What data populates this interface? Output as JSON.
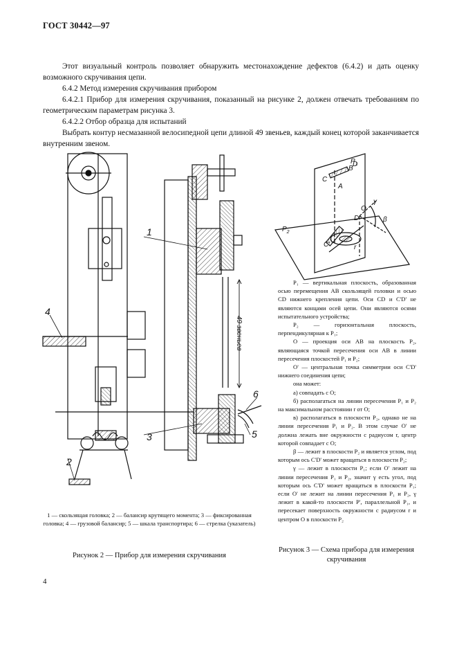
{
  "header": {
    "title": "ГОСТ 30442—97"
  },
  "body": {
    "para1": "Этот визуальный контроль позволяет обнаружить местонахождение дефектов (6.4.2) и дать оценку возможного скручивания цепи.",
    "sec_642": "6.4.2 Метод измерения скручивания прибором",
    "para_6421": "6.4.2.1 Прибор для измерения скручивания, показанный на рисунке 2, должен отвечать требованиям по геометрическим параметрам рисунка 3.",
    "sec_6422": "6.4.2.2 Отбор образца для испытаний",
    "para_sample": "Выбрать контур несмазанной велосипедной цепи длиной 49 звеньев, каждый конец которой заканчивается внутренним звеном."
  },
  "figure2": {
    "labels": {
      "n1": "1",
      "n2": "2",
      "n3": "3",
      "n4": "4",
      "n5": "5",
      "n6": "6"
    },
    "dimension": "49 звеньев",
    "legend": "1 — скользящая головка; 2 — балансир крутящего момента; 3 — фиксированная головка; 4 — грузовой балансир; 5 — шкала транспортира; 6 — стрелка (указатель)",
    "caption": "Рисунок 2 — Прибор для измерения скручивания"
  },
  "figure3": {
    "labels": {
      "p1": "P",
      "p1s": "1",
      "p2": "P",
      "p2s": "2",
      "a": "A",
      "b": "B",
      "c": "C",
      "d": "D",
      "o": "O",
      "d2": "D'",
      "c2": "C'",
      "r": "r",
      "gamma": "γ",
      "beta": "β"
    },
    "legend": [
      "P₁ — вертикальная плоскость, образованная осью перемещения AB скользящей головки и осью CD нижнего крепления цепи. Оси CD и C'D' не являются концами осей цепи. Они являются осями испытательного устройства;",
      "P₂ — горизонтальная плоскость, перпендикулярная к P₁;",
      "O — проекция оси AB на плоскость P₂, являющаяся точкой пересечения оси AB в линии пересечения плоскостей P₁ и P₂;",
      "O' — центральная точка симметрии оси C'D' нижнего соединения цепи;",
      "она может:",
      "а) совпадать с O;",
      "б) располагаться на линии пересечения P₁ и P₂ на максимальном расстоянии r от O;",
      "в) располагаться в плоскости P₂, однако не на линии пересечения P₁ и P₂. В этом случае O' не должна лежать вне окружности с радиусом r, центр которой совпадает с O;",
      "β — лежит в плоскости P₂ и является углом, под которым ось C'D' может вращаться в плоскости P₂;",
      "γ — лежит в плоскости P₁; если O' лежит на линии пересечения P₁ и P₂, значит γ есть угол, под которым ось C'D' может вращаться в плоскости P₁; если O' не лежит на линии пересечения P₁ и P₂, γ лежит в какой-то плоскости P', параллельной P₁, и пересекает поверхность окружности с радиусом r и центром O в плоскости P₂"
    ],
    "caption": "Рисунок 3 — Схема прибора для измерения скручивания"
  },
  "page": {
    "number": "4"
  }
}
